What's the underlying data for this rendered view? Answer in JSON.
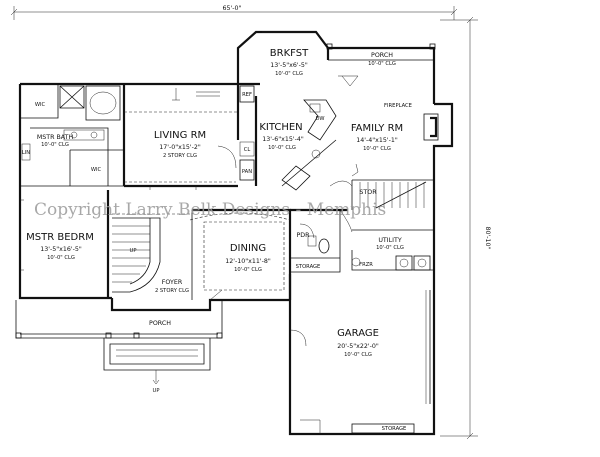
{
  "dimensions": {
    "width_label": "65'-0\"",
    "depth_label": "80'-10\""
  },
  "watermark": "Copyright Larry Belk Designs - Memphis",
  "rooms": {
    "brkfst": {
      "name": "BRKFST",
      "size": "13'-5\"x6'-5\"",
      "ceiling": "10'-0\" CLG"
    },
    "porch_rear": {
      "name": "PORCH",
      "size": "",
      "ceiling": "10'-0\" CLG"
    },
    "fireplace": {
      "name": "FIREPLACE"
    },
    "living": {
      "name": "LIVING RM",
      "size": "17'-0\"x15'-2\"",
      "ceiling": "2 STORY CLG"
    },
    "kitchen": {
      "name": "KITCHEN",
      "size": "13'-6\"x15'-4\"",
      "ceiling": "10'-0\" CLG"
    },
    "family": {
      "name": "FAMILY RM",
      "size": "14'-4\"x15'-1\"",
      "ceiling": "10'-0\" CLG"
    },
    "wic_top": {
      "name": "WIC"
    },
    "mstr_bath": {
      "name": "MSTR BATH",
      "ceiling": "10'-0\" CLG"
    },
    "wic_mid": {
      "name": "WIC"
    },
    "mstr_bedrm": {
      "name": "MSTR BEDRM",
      "size": "13'-5\"x16'-5\"",
      "ceiling": "10'-0\" CLG"
    },
    "dining": {
      "name": "DINING",
      "size": "12'-10\"x11'-8\"",
      "ceiling": "10'-0\" CLG"
    },
    "foyer": {
      "name": "FOYER",
      "ceiling": "2 STORY CLG"
    },
    "porch_front": {
      "name": "PORCH"
    },
    "garage": {
      "name": "GARAGE",
      "size": "20'-5\"x22'-0\"",
      "ceiling": "10'-0\" CLG"
    },
    "utility": {
      "name": "UTILITY",
      "ceiling": "10'-0\" CLG"
    },
    "stor_top": {
      "name": "STOR"
    },
    "pdr": {
      "name": "PDR"
    },
    "storage_mid": {
      "name": "STORAGE"
    },
    "storage_bot": {
      "name": "STORAGE"
    }
  },
  "labels": {
    "ref": "REF",
    "pan": "PAN",
    "up_stair": "UP",
    "up_front": "UP",
    "frzr": "FRZR",
    "lin": "LIN",
    "cl": "CL",
    "dw": "DW"
  }
}
